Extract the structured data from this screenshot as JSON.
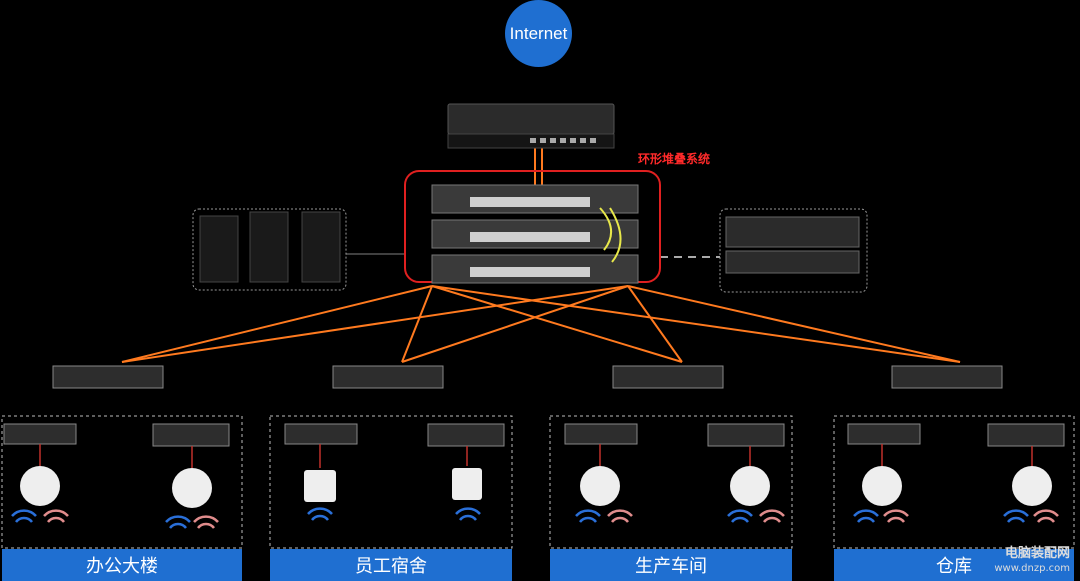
{
  "internet_label": "Internet",
  "stack_label": "环形堆叠系统",
  "zones": [
    "办公大楼",
    "员工宿舍",
    "生产车间",
    "仓库"
  ],
  "watermark": {
    "site": "电脑装配网",
    "url": "www.dnzp.com"
  },
  "colors": {
    "link": "#ff7a1f",
    "accent": "#1f6fd1",
    "stack_border": "#e02020",
    "stack_cable": "#e8e84a",
    "ap_signal_blue": "#2a6fd8",
    "ap_signal_pink": "#e08c8c"
  }
}
